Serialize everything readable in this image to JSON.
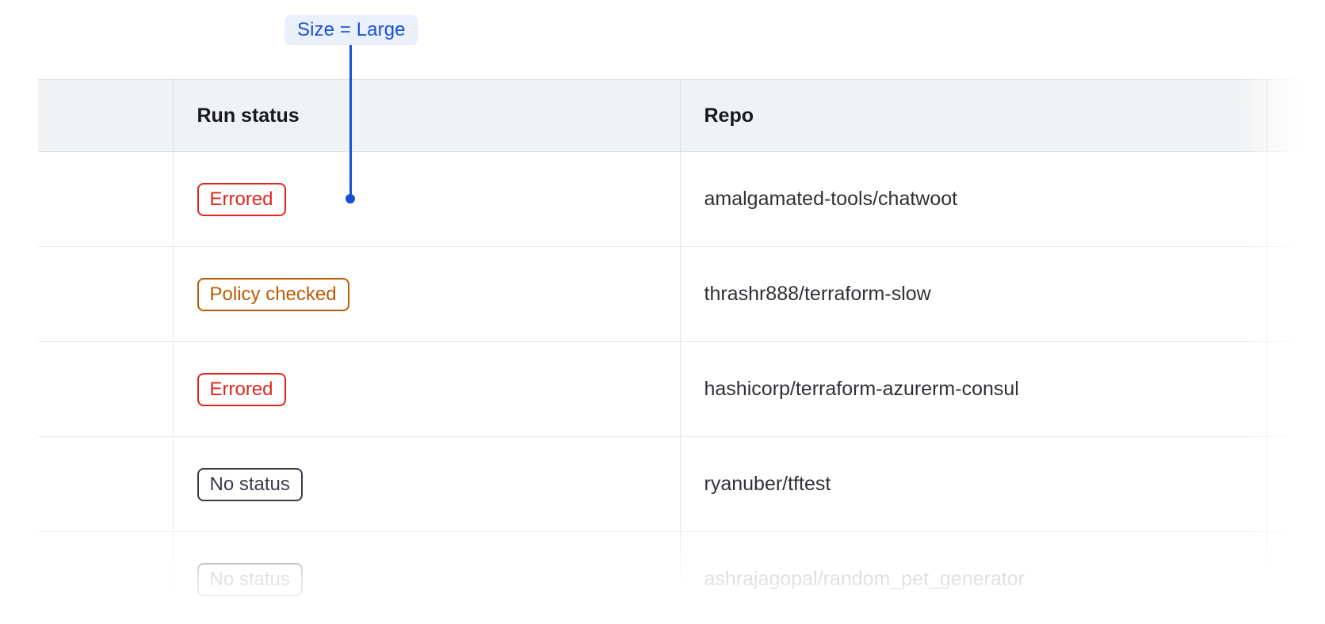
{
  "annotation": {
    "label": "Size = Large",
    "accent_color": "#1a50d8",
    "pill_background": "#eaf1fd"
  },
  "table": {
    "columns": [
      {
        "key": "spacer",
        "label": ""
      },
      {
        "key": "run_status",
        "label": "Run status"
      },
      {
        "key": "repo",
        "label": "Repo"
      },
      {
        "key": "tail",
        "label": ""
      }
    ],
    "rows": [
      {
        "status": "Errored",
        "status_variant": "errored",
        "repo": "amalgamated-tools/chatwoot"
      },
      {
        "status": "Policy checked",
        "status_variant": "policy-checked",
        "repo": "thrashr888/terraform-slow"
      },
      {
        "status": "Errored",
        "status_variant": "errored",
        "repo": "hashicorp/terraform-azurerm-consul"
      },
      {
        "status": "No status",
        "status_variant": "no-status",
        "repo": "ryanuber/tftest"
      },
      {
        "status": "No status",
        "status_variant": "no-status",
        "repo": "ashrajagopal/random_pet_generator"
      }
    ]
  },
  "colors": {
    "errored": "#e0271d",
    "policy_checked": "#bc5a02",
    "no_status": "#393c46",
    "header_background": "#f1f2f3",
    "row_border": "#e4e6e8",
    "text": "#2f3136"
  }
}
